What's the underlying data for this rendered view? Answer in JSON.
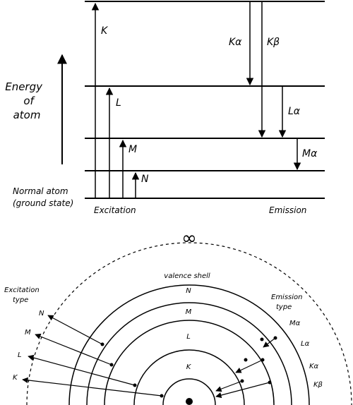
{
  "top": {
    "energy_axis": [
      "Energy",
      "of",
      "atom"
    ],
    "ground_state": [
      "Normal atom",
      "(ground state)"
    ],
    "excitation_label": "Excitation",
    "emission_label": "Emission",
    "excitation_arrows": [
      "K",
      "L",
      "M",
      "N"
    ],
    "emission_arrows": [
      "Kα",
      "Kβ",
      "Lα",
      "Mα"
    ]
  },
  "bottom": {
    "infinity": "∞",
    "valence_label": "valence shell",
    "shells": [
      "N",
      "M",
      "L",
      "K"
    ],
    "excitation_title": [
      "Excitation",
      "type"
    ],
    "excitation_types": [
      "N",
      "M",
      "L",
      "K"
    ],
    "emission_title": [
      "Emission",
      "type"
    ],
    "emission_types": [
      "Mα",
      "Lα",
      "Kα",
      "Kβ"
    ]
  }
}
